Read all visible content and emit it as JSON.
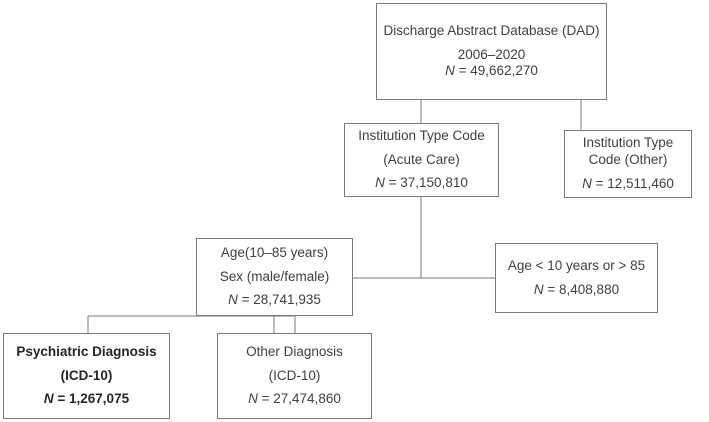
{
  "nodes": {
    "dad": {
      "title": "Discharge Abstract Database (DAD)",
      "period": "2006–2020",
      "n_label": "N",
      "n_value": " = 49,662,270"
    },
    "acute": {
      "line1": "Institution Type Code",
      "line2": "(Acute Care)",
      "n_label": "N",
      "n_value": " = 37,150,810"
    },
    "other_inst": {
      "line1": "Institution Type",
      "line2": "Code (Other)",
      "n_label": "N",
      "n_value": " = 12,511,460"
    },
    "age_sex": {
      "line1": "Age(10–85 years)",
      "line2": "Sex (male/female)",
      "n_label": "N",
      "n_value": " = 28,741,935"
    },
    "age_excl": {
      "line1": "Age < 10 years or > 85",
      "n_label": "N",
      "n_value": " = 8,408,880"
    },
    "psych": {
      "line1": "Psychiatric Diagnosis",
      "line2": "(ICD-10)",
      "n_label": "N",
      "n_value": " = 1,267,075"
    },
    "other_dx": {
      "line1": "Other Diagnosis",
      "line2": "(ICD-10)",
      "n_label": "N",
      "n_value": " = 27,474,860"
    }
  },
  "colors": {
    "border": "#7a7a7a",
    "text": "#404040",
    "bold_text": "#262626",
    "connector": "#7a7a7a"
  }
}
